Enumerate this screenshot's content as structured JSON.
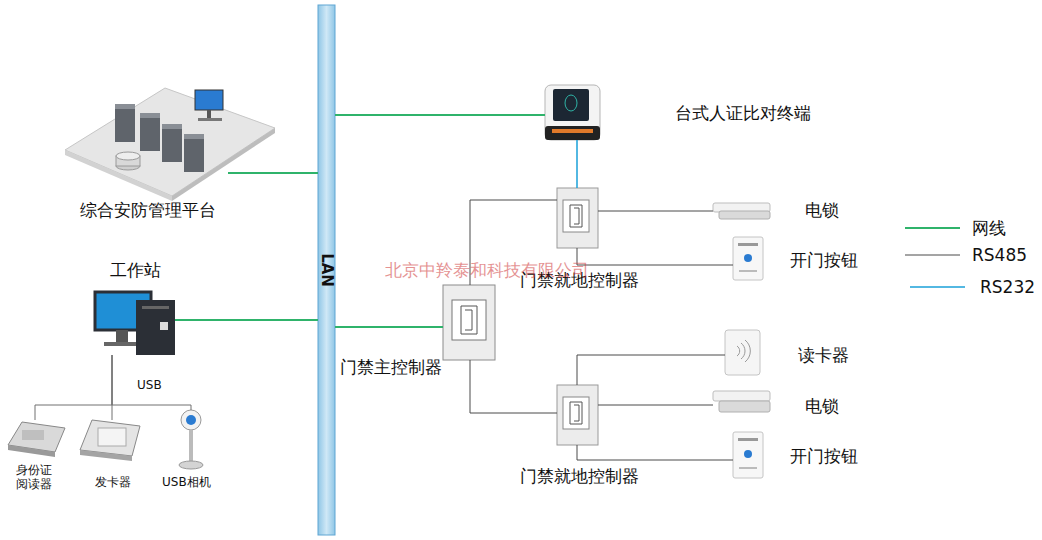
{
  "diagram": {
    "nodes": [
      {
        "text": [
          "综合安防管理平台"
        ]
      },
      {
        "text": [
          "LAN"
        ]
      },
      {
        "text": [
          "台式人证比对终端"
        ]
      },
      {
        "text": [
          "门禁就地控制器"
        ]
      },
      {
        "text": [
          "电锁"
        ]
      },
      {
        "text": [
          "开门按钮"
        ]
      },
      {
        "text": [
          "工作站"
        ]
      },
      {
        "text": [
          "门禁主控制器"
        ]
      },
      {
        "text": [
          "读卡器"
        ]
      },
      {
        "text": [
          "门禁就地控制器"
        ]
      },
      {
        "text": [
          "电锁"
        ]
      },
      {
        "text": [
          "开门按钮"
        ]
      },
      {
        "text": [
          "身份证 阅读器"
        ]
      },
      {
        "text": [
          "发卡器"
        ]
      },
      {
        "text": [
          "USB相机"
        ]
      }
    ],
    "edges": [
      {
        "from": 0,
        "to": 1,
        "arrow": "none"
      },
      {
        "from": 6,
        "to": 1,
        "arrow": "none"
      },
      {
        "from": 1,
        "to": 2,
        "arrow": "none"
      },
      {
        "from": 1,
        "to": 7,
        "arrow": "none"
      },
      {
        "from": 2,
        "to": 3,
        "arrow": "none"
      },
      {
        "from": 7,
        "to": 3,
        "arrow": "none"
      },
      {
        "from": 7,
        "to": 9,
        "arrow": "none"
      },
      {
        "from": 3,
        "to": 4,
        "arrow": "none"
      },
      {
        "from": 3,
        "to": 5,
        "arrow": "none"
      },
      {
        "from": 9,
        "to": 8,
        "arrow": "none"
      },
      {
        "from": 9,
        "to": 10,
        "arrow": "none"
      },
      {
        "from": 9,
        "to": 11,
        "arrow": "none"
      },
      {
        "from": 6,
        "to": 12,
        "arrow": "none"
      },
      {
        "from": 6,
        "to": 13,
        "arrow": "none"
      },
      {
        "from": 6,
        "to": 14,
        "arrow": "none"
      }
    ],
    "labels": [
      "USB",
      "北京中羚泰和科技有限公司"
    ],
    "legend": [
      {
        "text": "网线"
      },
      {
        "text": "RS485"
      },
      {
        "text": "RS232"
      }
    ]
  }
}
